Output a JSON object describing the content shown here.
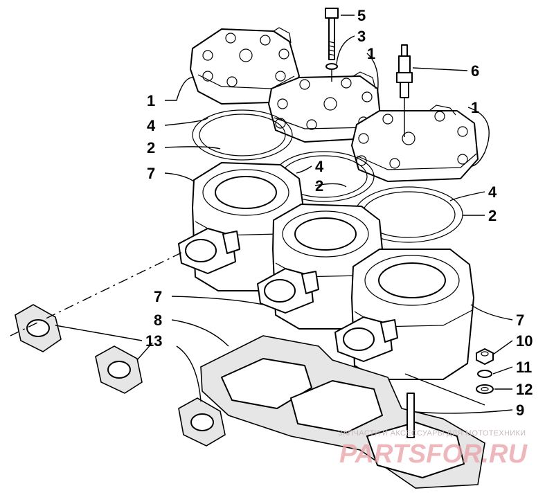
{
  "callouts": {
    "c1a": "1",
    "c1b": "1",
    "c1c": "1",
    "c2a": "2",
    "c2b": "2",
    "c2c": "2",
    "c3": "3",
    "c4a": "4",
    "c4b": "4",
    "c4c": "4",
    "c5": "5",
    "c6": "6",
    "c7a": "7",
    "c7b": "7",
    "c7c": "7",
    "c8": "8",
    "c9": "9",
    "c10": "10",
    "c11": "11",
    "c12": "12",
    "c13": "13"
  },
  "watermark": {
    "tagline": "ЗАПЧАСТИ И АКСЕССУАРЫ ДЛЯ МОТОТЕХНИКИ",
    "logo": "PARTSFOR.RU",
    "logo_color": "#e8a0a6"
  }
}
